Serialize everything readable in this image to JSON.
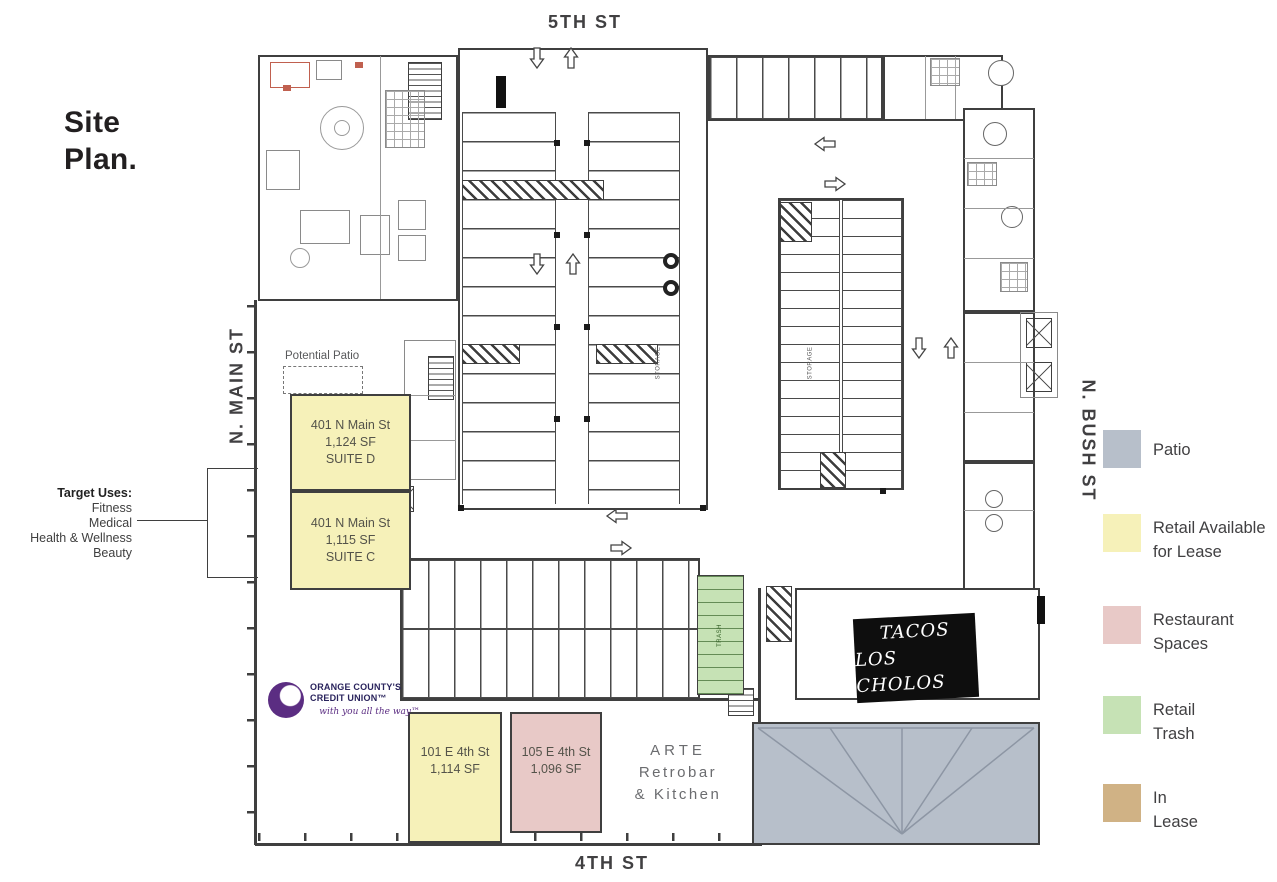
{
  "title": "Site Plan.",
  "streets": {
    "top": "5TH ST",
    "bottom": "4TH ST",
    "left": "N. MAIN ST",
    "right": "N. BUSH ST"
  },
  "target_uses": {
    "heading": "Target Uses:",
    "items": [
      "Fitness",
      "Medical",
      "Health & Wellness",
      "Beauty"
    ]
  },
  "annotations": {
    "potential_patio": "Potential Patio"
  },
  "suites": {
    "suite_d": {
      "address": "401 N Main St",
      "area": "1,124 SF",
      "name": "SUITE D"
    },
    "suite_c": {
      "address": "401 N Main St",
      "area": "1,115 SF",
      "name": "SUITE C"
    },
    "suite_101": {
      "address": "101 E 4th St",
      "area": "1,114 SF"
    },
    "suite_105": {
      "address": "105 E 4th St",
      "area": "1,096 SF"
    }
  },
  "tenants": {
    "arte": {
      "line1": "ARTE",
      "line2": "Retrobar",
      "line3": "& Kitchen"
    },
    "tacos": {
      "line1": "TACOS",
      "line2": "LOS CHOLOS"
    },
    "occu": {
      "line1": "ORANGE COUNTY'S",
      "line2": "CREDIT UNION™",
      "tagline": "with you all the way™"
    }
  },
  "plan_labels": {
    "storage": "STORAGE",
    "trash": "TRASH"
  },
  "legend": {
    "items": [
      {
        "label": "Patio",
        "color": "#b7bfca"
      },
      {
        "label": "Retail Available for Lease",
        "color": "#f6f1b9"
      },
      {
        "label": "Restaurant Spaces",
        "color": "#e8c9c7"
      },
      {
        "label": "Retail Trash",
        "color": "#c6e2b5"
      },
      {
        "label": "In Lease",
        "color": "#d0b285"
      }
    ]
  },
  "colors": {
    "retail_yellow": "#f6f1b9",
    "restaurant_pink": "#e8c9c7",
    "trash_green": "#c6e2b5",
    "patio_gray": "#b7bfca",
    "in_lease_tan": "#d0b285",
    "brand_purple": "#5b2d82"
  }
}
